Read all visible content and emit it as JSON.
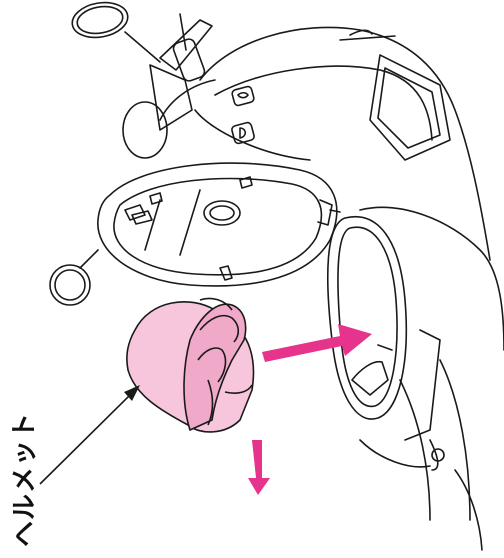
{
  "callout": {
    "label": "ヘルメット"
  },
  "colors": {
    "helmet": "#f7c6dc",
    "helmet_shade": "#f0a9c9",
    "arrow": "#e6338c",
    "line": "#1a1a1a"
  },
  "icons": [
    "scooter-drawing",
    "helmet-drawing",
    "seat-compartment-drawing",
    "seat-lid-drawing"
  ]
}
